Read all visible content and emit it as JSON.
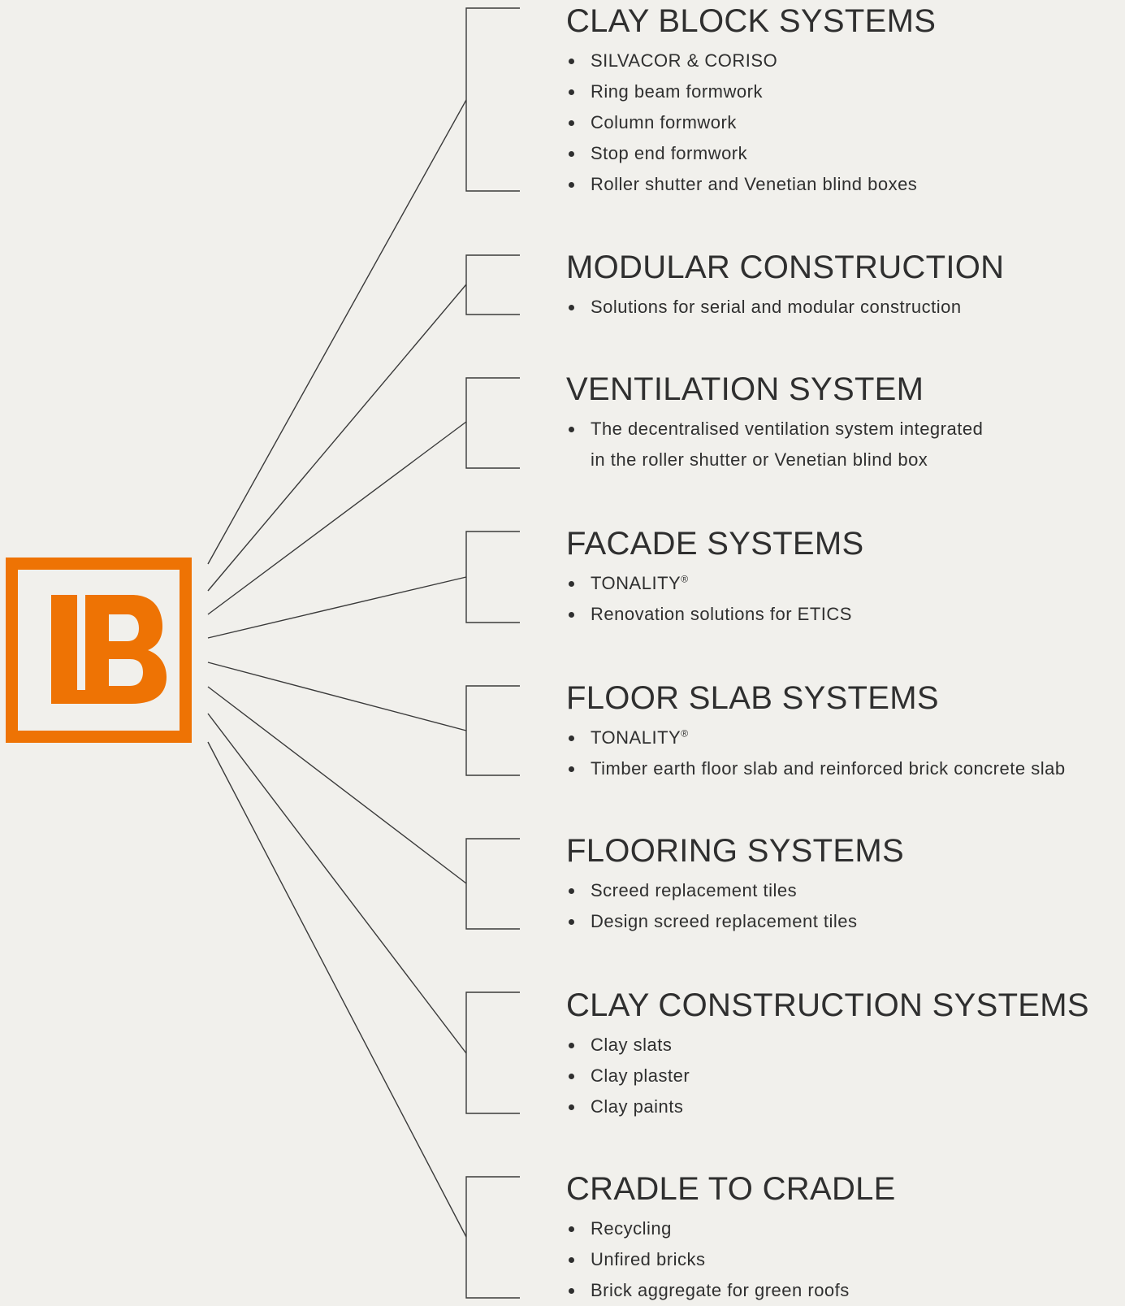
{
  "brand": {
    "logo_letters": "LB",
    "accent_color": "#ee7304",
    "background_color": "#f1f0ec",
    "text_color": "#2f2f2f"
  },
  "sections": [
    {
      "title": "CLAY BLOCK SYSTEMS",
      "items": [
        "SILVACOR & CORISO",
        "Ring beam formwork",
        "Column formwork",
        "Stop end formwork",
        "Roller shutter and Venetian blind boxes"
      ]
    },
    {
      "title": "MODULAR CONSTRUCTION",
      "items": [
        "Solutions for serial and modular construction"
      ]
    },
    {
      "title": "VENTILATION SYSTEM",
      "items": [
        "The decentralised ventilation system integrated",
        "in the roller shutter or Venetian blind box"
      ]
    },
    {
      "title": "FACADE SYSTEMS",
      "items": [
        "TONALITY®",
        "Renovation solutions for ETICS"
      ]
    },
    {
      "title": "FLOOR SLAB SYSTEMS",
      "items": [
        "TONALITY®",
        "Timber earth floor slab and reinforced brick concrete slab"
      ]
    },
    {
      "title": "FLOORING SYSTEMS",
      "items": [
        "Screed replacement tiles",
        "Design screed replacement tiles"
      ]
    },
    {
      "title": "CLAY CONSTRUCTION SYSTEMS",
      "items": [
        "Clay slats",
        "Clay plaster",
        "Clay paints"
      ]
    },
    {
      "title": "CRADLE TO CRADLE",
      "items": [
        "Recycling",
        "Unfired bricks",
        "Brick aggregate for green roofs"
      ]
    }
  ]
}
